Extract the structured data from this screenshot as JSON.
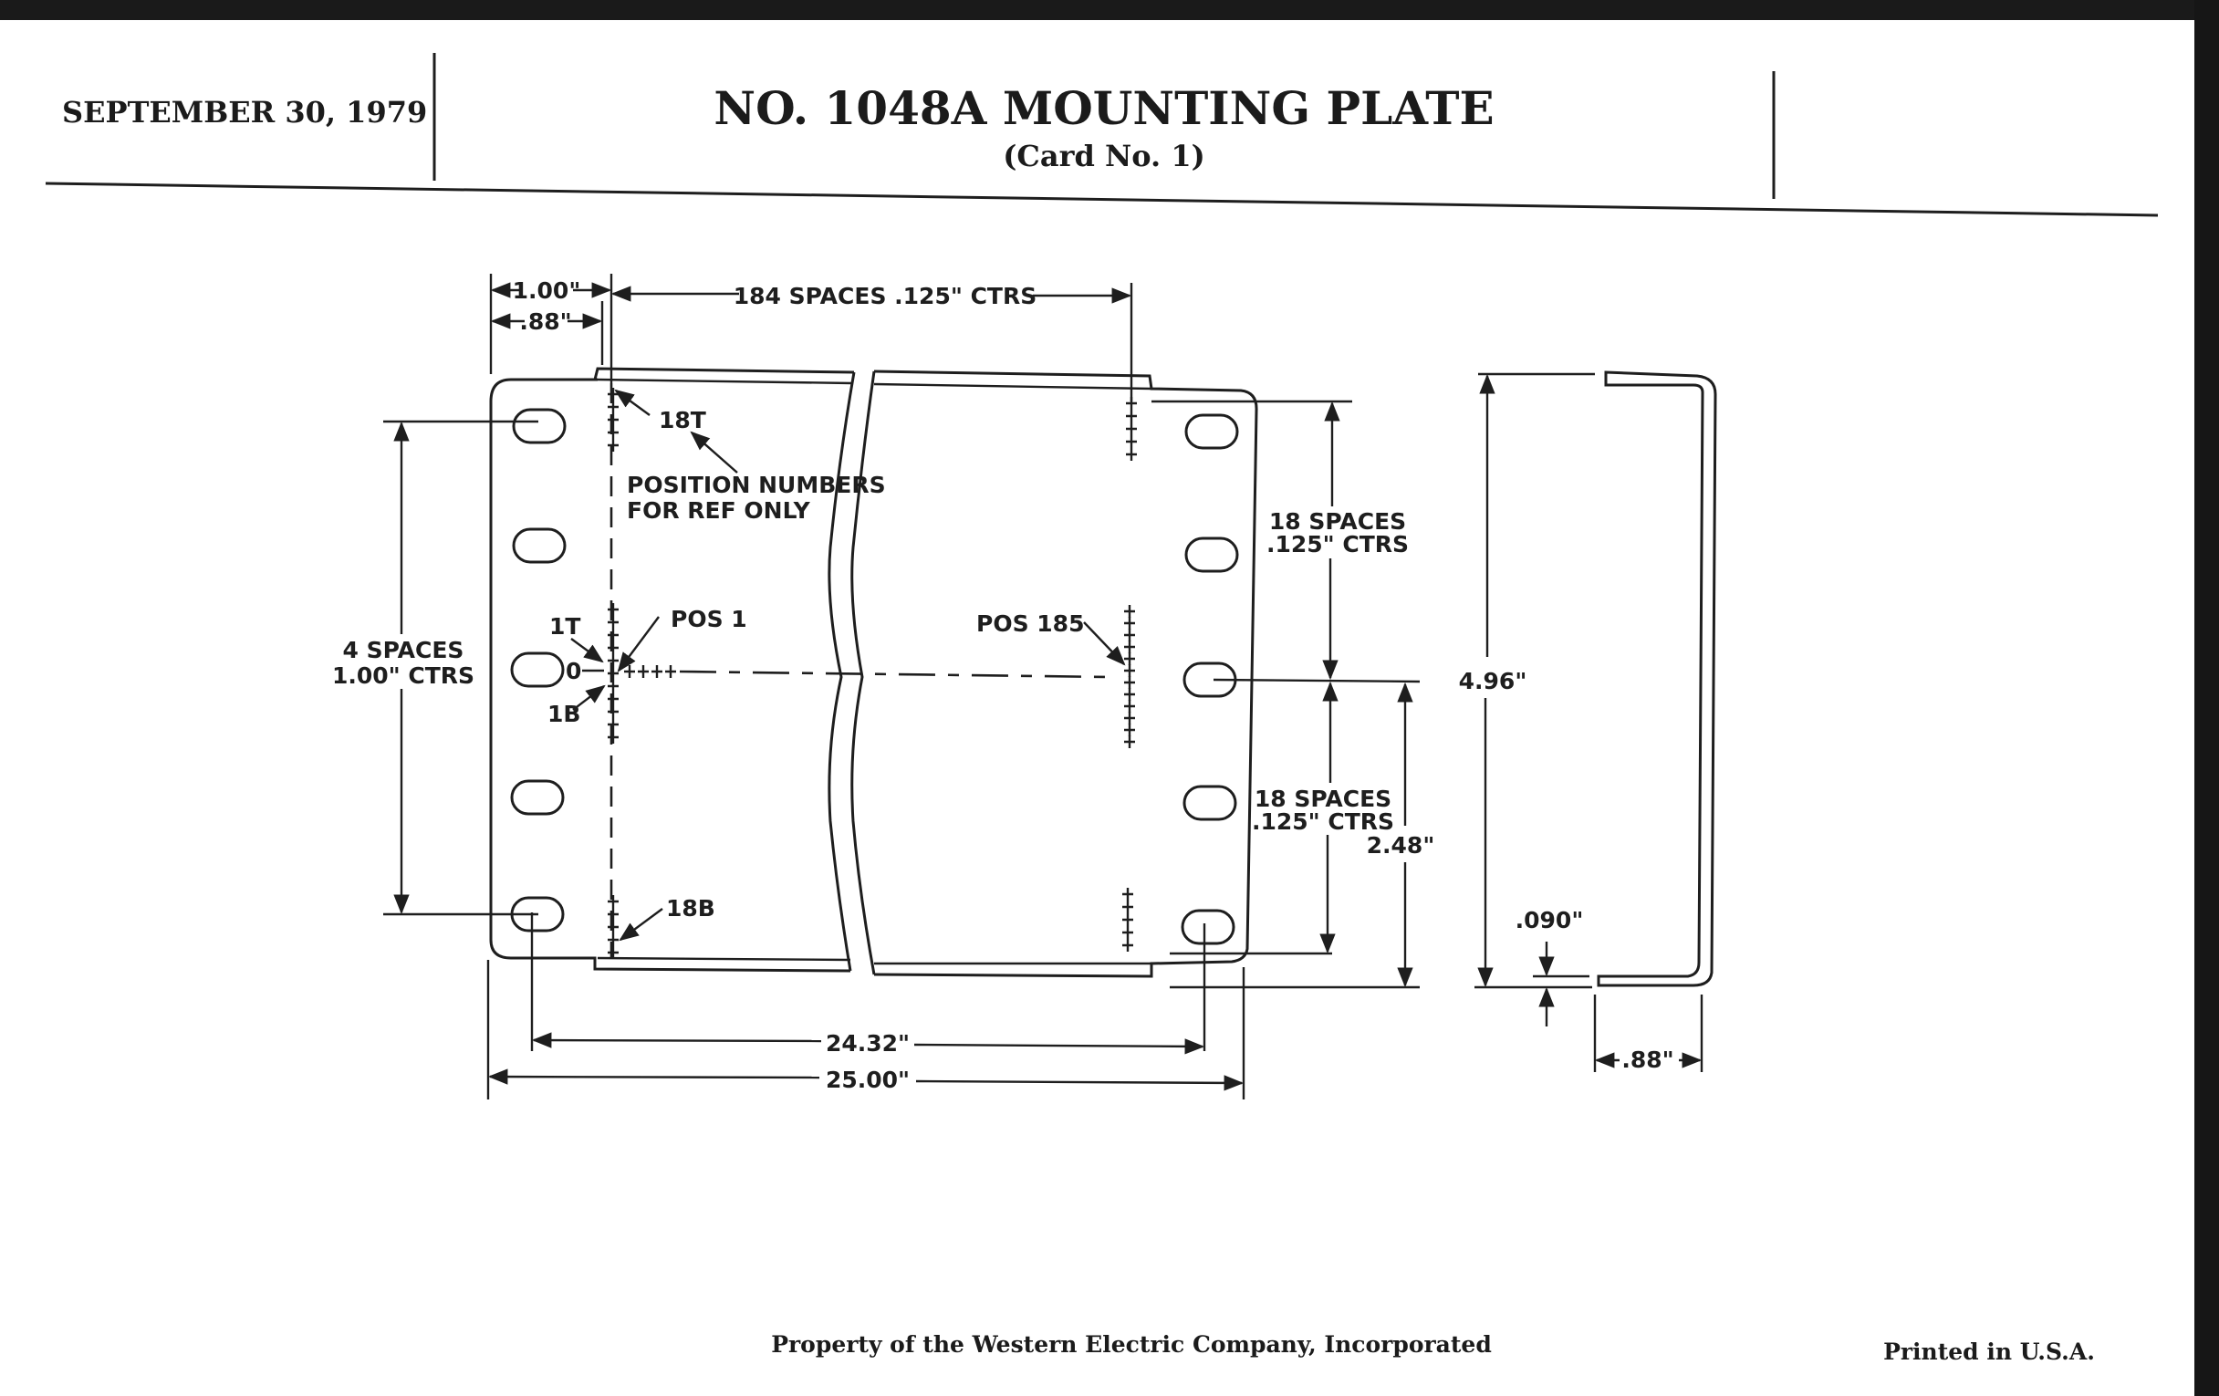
{
  "header": {
    "date": "SEPTEMBER 30, 1979",
    "title": "NO. 1048A MOUNTING PLATE",
    "subtitle": "(Card No. 1)"
  },
  "drawing": {
    "dim_1_00": "1.00\"",
    "dim_0_88_top": ".88\"",
    "dim_184_spaces": "184 SPACES .125\" CTRS",
    "label_18t": "18T",
    "note_line1": "POSITION NUMBERS",
    "note_line2": "FOR REF ONLY",
    "label_1t": "1T",
    "label_pos1": "POS 1",
    "label_0": "0",
    "label_1b": "1B",
    "label_18b": "18B",
    "label_pos185": "POS 185",
    "left_spaces_line1": "4 SPACES",
    "left_spaces_line2": "1.00\" CTRS",
    "upper_spaces_line1": "18 SPACES",
    "upper_spaces_line2": ".125\" CTRS",
    "lower_spaces_line1": "18 SPACES",
    "lower_spaces_line2": ".125\" CTRS",
    "dim_2_48": "2.48\"",
    "dim_4_96": "4.96\"",
    "dim_0_090": ".090\"",
    "dim_0_88_side": ".88\"",
    "dim_24_32": "24.32\"",
    "dim_25_00": "25.00\""
  },
  "footer": {
    "property": "Property of the Western Electric Company, Incorporated",
    "printed": "Printed in U.S.A."
  }
}
